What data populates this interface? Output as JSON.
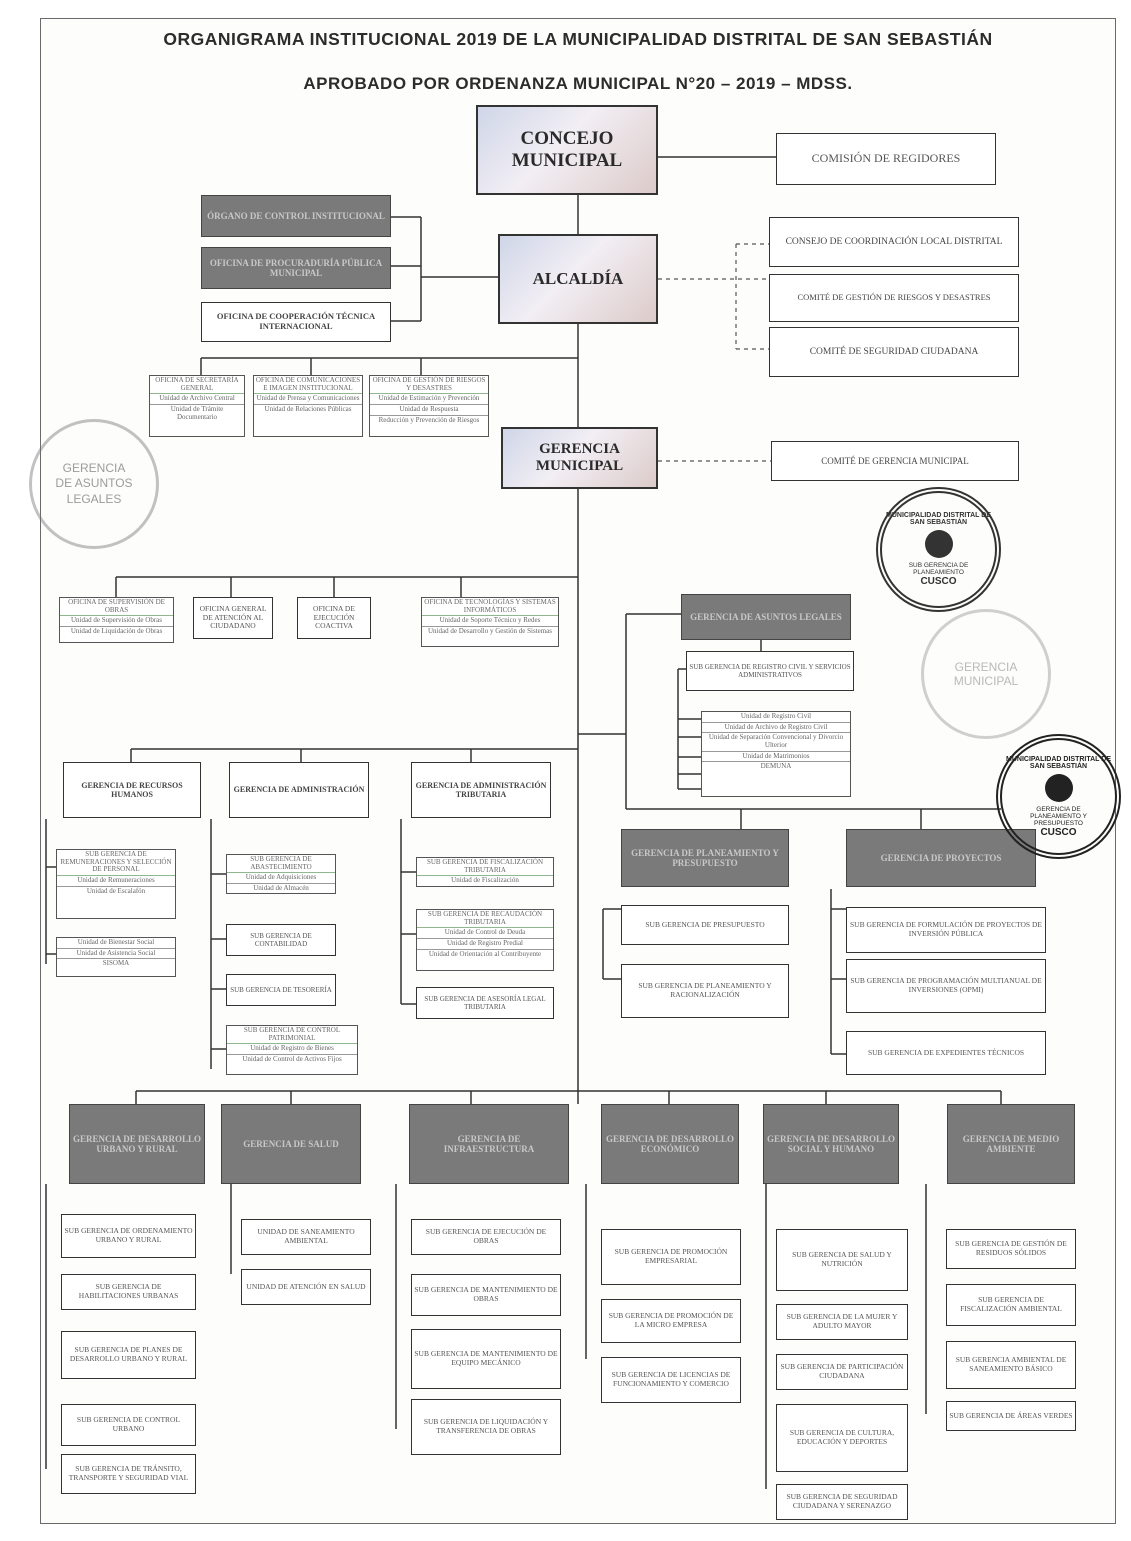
{
  "header": {
    "title": "ORGANIGRAMA INSTITUCIONAL 2019 DE LA MUNICIPALIDAD DISTRITAL DE SAN SEBASTIÁN",
    "subtitle": "APROBADO POR ORDENANZA MUNICIPAL N°20 – 2019 – MDSS."
  },
  "top": {
    "concejo": "CONCEJO MUNICIPAL",
    "comision": "COMISIÓN DE REGIDORES",
    "alcaldia": "ALCALDÍA",
    "gerencia_municipal": "GERENCIA MUNICIPAL",
    "organo_control": "ÓRGANO DE CONTROL INSTITUCIONAL",
    "procuraduria": "OFICINA DE PROCURADURÍA PÚBLICA MUNICIPAL",
    "cooperacion": "OFICINA DE COOPERACIÓN TÉCNICA INTERNACIONAL",
    "consejo_coord": "CONSEJO DE COORDINACIÓN LOCAL DISTRITAL",
    "comite_riesgo": "COMITÉ DE GESTIÓN DE RIESGOS Y DESASTRES",
    "comite_seguridad": "COMITÉ DE SEGURIDAD CIUDADANA",
    "comite_gerencia": "COMITÉ DE GERENCIA MUNICIPAL"
  },
  "alcaldia_offices": [
    {
      "title": "OFICINA DE SECRETARÍA GENERAL",
      "units": [
        "Unidad de Archivo Central",
        "Unidad de Trámite Documentario"
      ]
    },
    {
      "title": "OFICINA DE COMUNICACIONES E IMAGEN INSTITUCIONAL",
      "units": [
        "Unidad de Prensa y Comunicaciones",
        "Unidad de Relaciones Públicas"
      ]
    },
    {
      "title": "OFICINA DE GESTIÓN DE RIESGOS Y DESASTRES",
      "units": [
        "Unidad de Estimación y Prevención",
        "Unidad de Respuesta",
        "Reducción y Prevención de Riesgos"
      ]
    }
  ],
  "gerencia_offices": [
    {
      "title": "OFICINA DE SUPERVISIÓN DE OBRAS",
      "units": [
        "Unidad de Supervisión de Obras",
        "Unidad de Liquidación de Obras"
      ]
    },
    {
      "title": "OFICINA GENERAL DE ATENCIÓN AL CIUDADANO",
      "units": []
    },
    {
      "title": "OFICINA DE EJECUCIÓN COACTIVA",
      "units": []
    },
    {
      "title": "OFICINA DE TECNOLOGÍAS Y SISTEMAS INFORMÁTICOS",
      "units": [
        "Unidad de Soporte Técnico y Redes",
        "Unidad de Desarrollo y Gestión de Sistemas"
      ]
    }
  ],
  "asuntos_legales": {
    "title": "GERENCIA DE ASUNTOS LEGALES",
    "sub": "SUB GERENCIA DE REGISTRO CIVIL Y SERVICIOS ADMINISTRATIVOS",
    "units": [
      "Unidad de Registro Civil",
      "Unidad de Archivo de Registro Civil",
      "Unidad de Separación Convencional y Divorcio Ulterior",
      "Unidad de Matrimonios",
      "DEMUNA"
    ]
  },
  "mid_gerencias": [
    {
      "title": "GERENCIA DE RECURSOS HUMANOS",
      "subs": [
        {
          "title": "SUB GERENCIA DE REMUNERACIONES Y SELECCIÓN DE PERSONAL",
          "units": [
            "Unidad de Remuneraciones",
            "Unidad de Escalafón"
          ]
        },
        {
          "title": "",
          "units": [
            "Unidad de Bienestar Social",
            "Unidad de Asistencia Social",
            "SISOMA"
          ]
        }
      ]
    },
    {
      "title": "GERENCIA DE ADMINISTRACIÓN",
      "subs": [
        {
          "title": "SUB GERENCIA DE ABASTECIMIENTO",
          "units": [
            "Unidad de Adquisiciones",
            "Unidad de Almacén"
          ]
        },
        {
          "title": "SUB GERENCIA DE CONTABILIDAD",
          "units": []
        },
        {
          "title": "SUB GERENCIA DE TESORERÍA",
          "units": []
        },
        {
          "title": "SUB GERENCIA DE CONTROL PATRIMONIAL",
          "units": [
            "Unidad de Registro de Bienes",
            "Unidad de Control de Activos Fijos"
          ]
        }
      ]
    },
    {
      "title": "GERENCIA DE ADMINISTRACIÓN TRIBUTARIA",
      "subs": [
        {
          "title": "SUB GERENCIA DE FISCALIZACIÓN TRIBUTARIA",
          "units": [
            "Unidad de Fiscalización"
          ]
        },
        {
          "title": "SUB GERENCIA DE RECAUDACIÓN TRIBUTARIA",
          "units": [
            "Unidad de Control de Deuda",
            "Unidad de Registro Predial",
            "Unidad de Orientación al Contribuyente"
          ]
        },
        {
          "title": "SUB GERENCIA DE ASESORÍA LEGAL TRIBUTARIA",
          "units": []
        }
      ]
    }
  ],
  "planeamiento": {
    "title": "GERENCIA DE PLANEAMIENTO Y PRESUPUESTO",
    "subs": [
      "SUB GERENCIA DE PRESUPUESTO",
      "SUB GERENCIA DE PLANEAMIENTO Y RACIONALIZACIÓN"
    ]
  },
  "proyectos": {
    "title": "GERENCIA DE PROYECTOS",
    "subs": [
      "SUB GERENCIA DE FORMULACIÓN DE PROYECTOS DE INVERSIÓN PÚBLICA",
      "SUB GERENCIA DE PROGRAMACIÓN MULTIANUAL DE INVERSIONES (OPMI)",
      "SUB GERENCIA DE EXPEDIENTES TÉCNICOS"
    ]
  },
  "bottom_gerencias": [
    {
      "title": "GERENCIA DE DESARROLLO URBANO Y RURAL",
      "subs": [
        "SUB GERENCIA DE ORDENAMIENTO URBANO Y RURAL",
        "SUB GERENCIA DE HABILITACIONES URBANAS",
        "SUB GERENCIA DE PLANES DE DESARROLLO URBANO Y RURAL",
        "SUB GERENCIA DE CONTROL URBANO",
        "SUB GERENCIA DE TRÁNSITO, TRANSPORTE Y SEGURIDAD VIAL"
      ]
    },
    {
      "title": "GERENCIA DE SALUD",
      "subs": [
        "UNIDAD DE SANEAMIENTO AMBIENTAL",
        "UNIDAD DE ATENCIÓN EN SALUD"
      ]
    },
    {
      "title": "GERENCIA DE INFRAESTRUCTURA",
      "subs": [
        "SUB GERENCIA DE EJECUCIÓN DE OBRAS",
        "SUB GERENCIA DE MANTENIMIENTO DE OBRAS",
        "SUB GERENCIA DE MANTENIMIENTO DE EQUIPO MECÁNICO",
        "SUB GERENCIA DE LIQUIDACIÓN Y TRANSFERENCIA DE OBRAS"
      ]
    },
    {
      "title": "GERENCIA DE DESARROLLO ECONÓMICO",
      "subs": [
        "SUB GERENCIA DE PROMOCIÓN EMPRESARIAL",
        "SUB GERENCIA DE PROMOCIÓN DE LA MICRO EMPRESA",
        "SUB GERENCIA DE LICENCIAS DE FUNCIONAMIENTO Y COMERCIO"
      ]
    },
    {
      "title": "GERENCIA DE DESARROLLO SOCIAL Y HUMANO",
      "subs": [
        "SUB GERENCIA DE SALUD Y NUTRICIÓN",
        "SUB GERENCIA DE LA MUJER Y ADULTO MAYOR",
        "SUB GERENCIA DE PARTICIPACIÓN CIUDADANA",
        "SUB GERENCIA DE CULTURA, EDUCACIÓN Y DEPORTES",
        "SUB GERENCIA DE SEGURIDAD CIUDADANA Y SERENAZGO"
      ]
    },
    {
      "title": "GERENCIA DE MEDIO AMBIENTE",
      "subs": [
        "SUB GERENCIA DE GESTIÓN DE RESIDUOS SÓLIDOS",
        "SUB GERENCIA DE FISCALIZACIÓN AMBIENTAL",
        "SUB GERENCIA AMBIENTAL DE SANEAMIENTO BÁSICO",
        "SUB GERENCIA DE ÁREAS VERDES"
      ]
    }
  ],
  "seals": {
    "legales": [
      "GERENCIA",
      "DE ASUNTOS",
      "LEGALES"
    ],
    "municipalidad": "MUNICIPALIDAD DISTRITAL DE SAN SEBASTIÁN",
    "planeamiento": [
      "SUB GERENCIA DE",
      "PLANEAMIENTO"
    ],
    "presupuesto": [
      "GERENCIA DE",
      "PLANEAMIENTO Y",
      "PRESUPUESTO"
    ],
    "cusco": "CUSCO",
    "gerencia_municipal": [
      "GERENCIA",
      "MUNICIPAL"
    ]
  }
}
